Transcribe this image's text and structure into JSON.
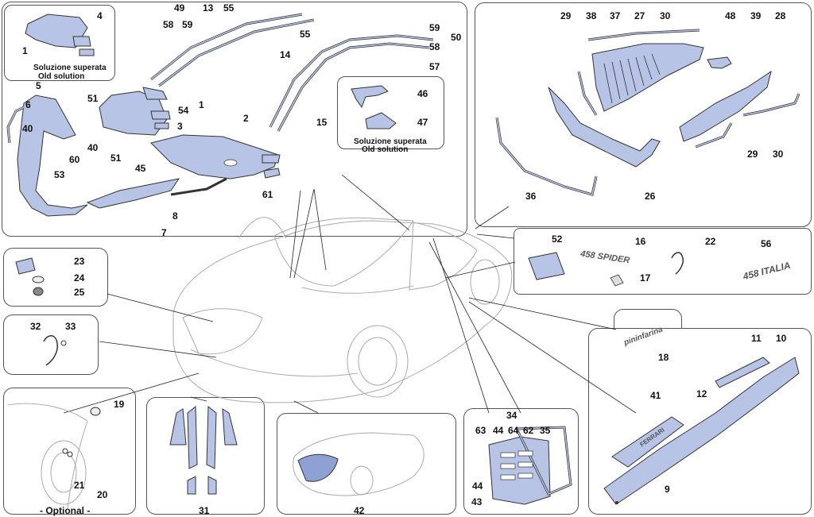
{
  "labels": {
    "l1a": "1",
    "l1b": "1",
    "l2": "2",
    "l3": "3",
    "l4": "4",
    "l5": "5",
    "l6": "6",
    "l7": "7",
    "l8": "8",
    "l9": "9",
    "l10": "10",
    "l11": "11",
    "l12": "12",
    "l13": "13",
    "l14": "14",
    "l15": "15",
    "l16": "16",
    "l17": "17",
    "l18": "18",
    "l19": "19",
    "l20": "20",
    "l21": "21",
    "l22": "22",
    "l23": "23",
    "l24": "24",
    "l25": "25",
    "l26": "26",
    "l27": "27",
    "l28": "28",
    "l29a": "29",
    "l29b": "29",
    "l30a": "30",
    "l30b": "30",
    "l31": "31",
    "l32": "32",
    "l33": "33",
    "l34": "34",
    "l35": "35",
    "l36": "36",
    "l37": "37",
    "l38": "38",
    "l39": "39",
    "l40a": "40",
    "l40b": "40",
    "l41": "41",
    "l42": "42",
    "l43": "43",
    "l44a": "44",
    "l44b": "44",
    "l45": "45",
    "l46": "46",
    "l47": "47",
    "l48": "48",
    "l49": "49",
    "l50": "50",
    "l51a": "51",
    "l51b": "51",
    "l52": "52",
    "l53": "53",
    "l54": "54",
    "l55a": "55",
    "l55b": "55",
    "l56": "56",
    "l57": "57",
    "l58a": "58",
    "l58b": "58",
    "l59a": "59",
    "l59b": "59",
    "l60": "60",
    "l61": "61",
    "l62": "62",
    "l63": "63",
    "l64": "64"
  },
  "notes": {
    "old_solution_1_it": "Soluzione superata",
    "old_solution_1_en": "Old solution",
    "old_solution_2_it": "Soluzione superata",
    "old_solution_2_en": "Old solution",
    "optional": "- Optional -"
  },
  "badges": {
    "spider_script": "458 SPIDER",
    "italia_script": "458 ITALIA",
    "pininfarina_script": "pininfarina",
    "sill_plate_text": "FERRARI"
  }
}
